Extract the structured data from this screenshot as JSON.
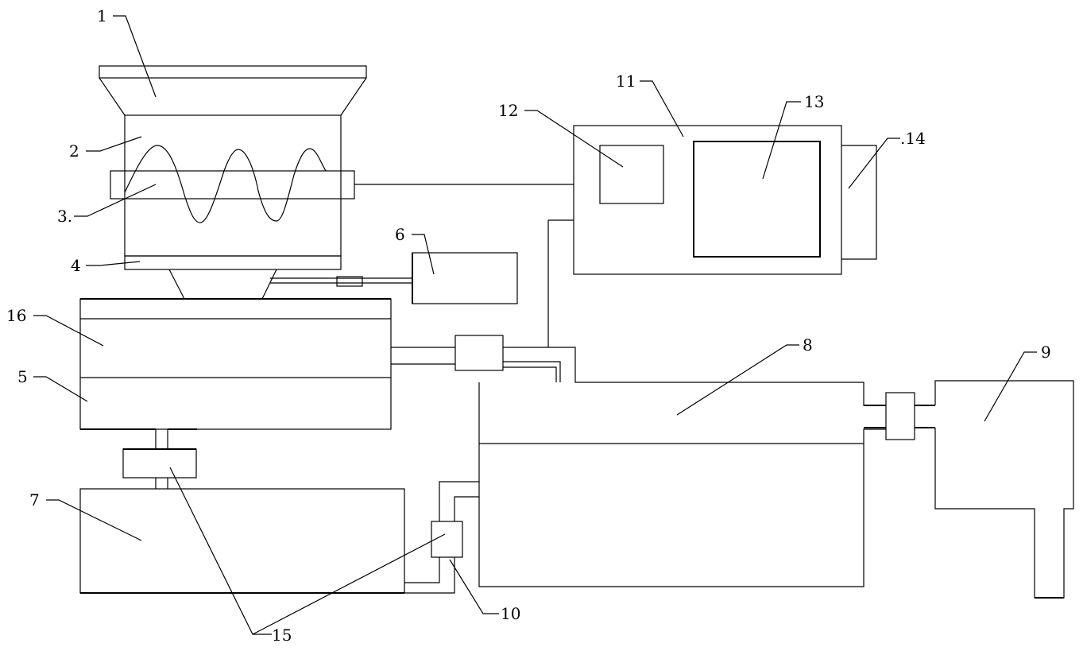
{
  "labels": {
    "l1": "1",
    "l2": "2",
    "l3": "3.",
    "l4": "4",
    "l5": "5",
    "l6": "6",
    "l7": "7",
    "l8": "8",
    "l9": "9",
    "l10": "10",
    "l11": "11",
    "l12": "12",
    "l13": "13",
    "l14": ".14",
    "l15": "15",
    "l16": "16"
  }
}
